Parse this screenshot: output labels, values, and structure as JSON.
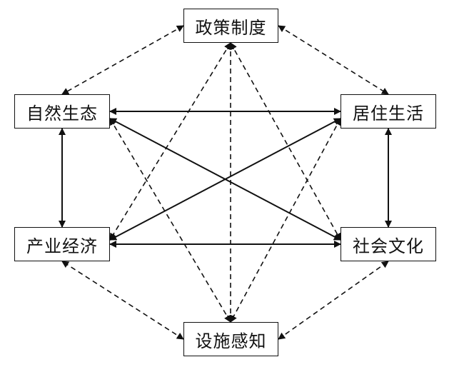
{
  "nodes": {
    "policy": {
      "label": "政策制度"
    },
    "nature": {
      "label": "自然生态"
    },
    "living": {
      "label": "居住生活"
    },
    "economy": {
      "label": "产业经济"
    },
    "culture": {
      "label": "社会文化"
    },
    "percept": {
      "label": "设施感知"
    }
  },
  "links": [
    {
      "from": "nature",
      "to": "living",
      "style": "solid",
      "direction": "both"
    },
    {
      "from": "economy",
      "to": "culture",
      "style": "solid",
      "direction": "both"
    },
    {
      "from": "nature",
      "to": "economy",
      "style": "solid",
      "direction": "both"
    },
    {
      "from": "living",
      "to": "culture",
      "style": "solid",
      "direction": "both"
    },
    {
      "from": "nature",
      "to": "culture",
      "style": "solid",
      "direction": "both"
    },
    {
      "from": "economy",
      "to": "living",
      "style": "solid",
      "direction": "both"
    },
    {
      "from": "policy",
      "to": "nature",
      "style": "dashed",
      "direction": "both"
    },
    {
      "from": "policy",
      "to": "living",
      "style": "dashed",
      "direction": "both"
    },
    {
      "from": "percept",
      "to": "economy",
      "style": "dashed",
      "direction": "both"
    },
    {
      "from": "percept",
      "to": "culture",
      "style": "dashed",
      "direction": "both"
    },
    {
      "from": "policy",
      "to": "percept",
      "style": "dashed",
      "direction": "both"
    },
    {
      "from": "policy",
      "to": "economy",
      "style": "dashed",
      "direction": "both"
    },
    {
      "from": "policy",
      "to": "culture",
      "style": "dashed",
      "direction": "both"
    },
    {
      "from": "nature",
      "to": "percept",
      "style": "dashed",
      "direction": "both"
    },
    {
      "from": "living",
      "to": "percept",
      "style": "dashed",
      "direction": "both"
    }
  ],
  "colors": {
    "line": "#111111",
    "background": "#ffffff"
  }
}
